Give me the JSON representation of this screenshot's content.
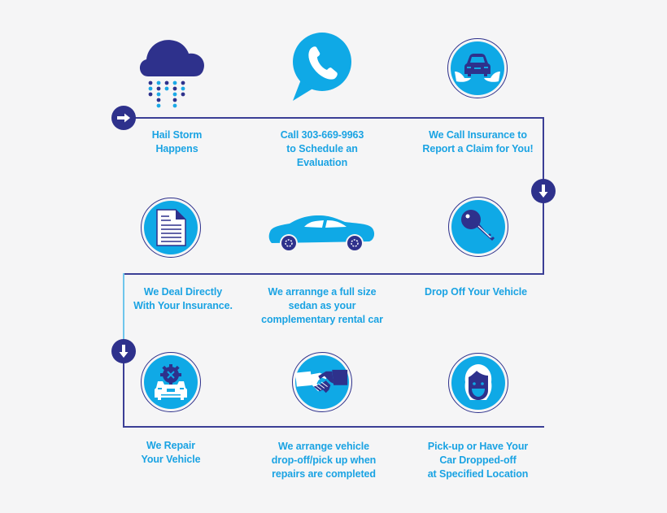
{
  "colors": {
    "background": "#f5f5f6",
    "navy": "#2e318c",
    "line": "#3b3f96",
    "cyan": "#0fa9e6",
    "text": "#1aa3e3"
  },
  "steps": [
    {
      "id": 1,
      "icon": "hail-cloud-icon",
      "label": "Hail Storm\nHappens"
    },
    {
      "id": 2,
      "icon": "phone-chat-bubble-icon",
      "label": "Call 303-669-9963\nto Schedule an\nEvaluation"
    },
    {
      "id": 3,
      "icon": "car-in-hands-icon",
      "label": "We Call Insurance to\nReport a Claim for You!"
    },
    {
      "id": 4,
      "icon": "document-icon",
      "label": "We Deal Directly\nWith Your Insurance."
    },
    {
      "id": 5,
      "icon": "sedan-car-icon",
      "label": "We arrannge a full size\nsedan as your\ncomplementary rental car"
    },
    {
      "id": 6,
      "icon": "key-icon",
      "label": "Drop Off Your Vehicle"
    },
    {
      "id": 7,
      "icon": "car-repair-gear-icon",
      "label": "We Repair\nYour Vehicle"
    },
    {
      "id": 8,
      "icon": "handshake-icon",
      "label": "We arrange vehicle\ndrop-off/pick up when\nrepairs are completed"
    },
    {
      "id": 9,
      "icon": "happy-person-icon",
      "label": "Pick-up or Have Your\nCar Dropped-off\nat Specified Location"
    }
  ],
  "flow_arrows": [
    {
      "direction": "right",
      "icon": "arrow-right-icon"
    },
    {
      "direction": "down",
      "icon": "arrow-down-icon"
    },
    {
      "direction": "down",
      "icon": "arrow-down-icon"
    }
  ]
}
